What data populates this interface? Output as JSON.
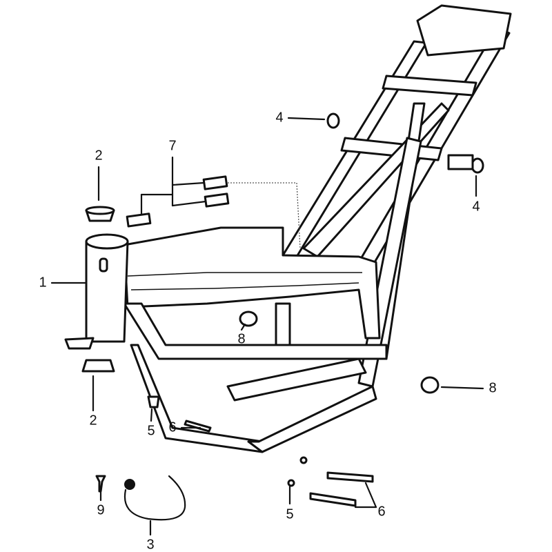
{
  "diagram": {
    "callouts": [
      {
        "id": "c1",
        "number": "1",
        "part": "head-tube"
      },
      {
        "id": "c2a",
        "number": "2",
        "part": "bearing-cup-upper"
      },
      {
        "id": "c2b",
        "number": "2",
        "part": "bearing-cup-lower"
      },
      {
        "id": "c3",
        "number": "3",
        "part": "ground-cable"
      },
      {
        "id": "c4a",
        "number": "4",
        "part": "rubber-bush-left"
      },
      {
        "id": "c4b",
        "number": "4",
        "part": "rubber-bush-right"
      },
      {
        "id": "c5a",
        "number": "5",
        "part": "nut"
      },
      {
        "id": "c5b",
        "number": "5",
        "part": "nut-pair"
      },
      {
        "id": "c6a",
        "number": "6",
        "part": "bolt"
      },
      {
        "id": "c6b",
        "number": "6",
        "part": "bolt-pair"
      },
      {
        "id": "c7",
        "number": "7",
        "part": "clip-nuts"
      },
      {
        "id": "c8a",
        "number": "8",
        "part": "bush-inner"
      },
      {
        "id": "c8b",
        "number": "8",
        "part": "bush-outer"
      },
      {
        "id": "c9",
        "number": "9",
        "part": "screw"
      }
    ]
  }
}
